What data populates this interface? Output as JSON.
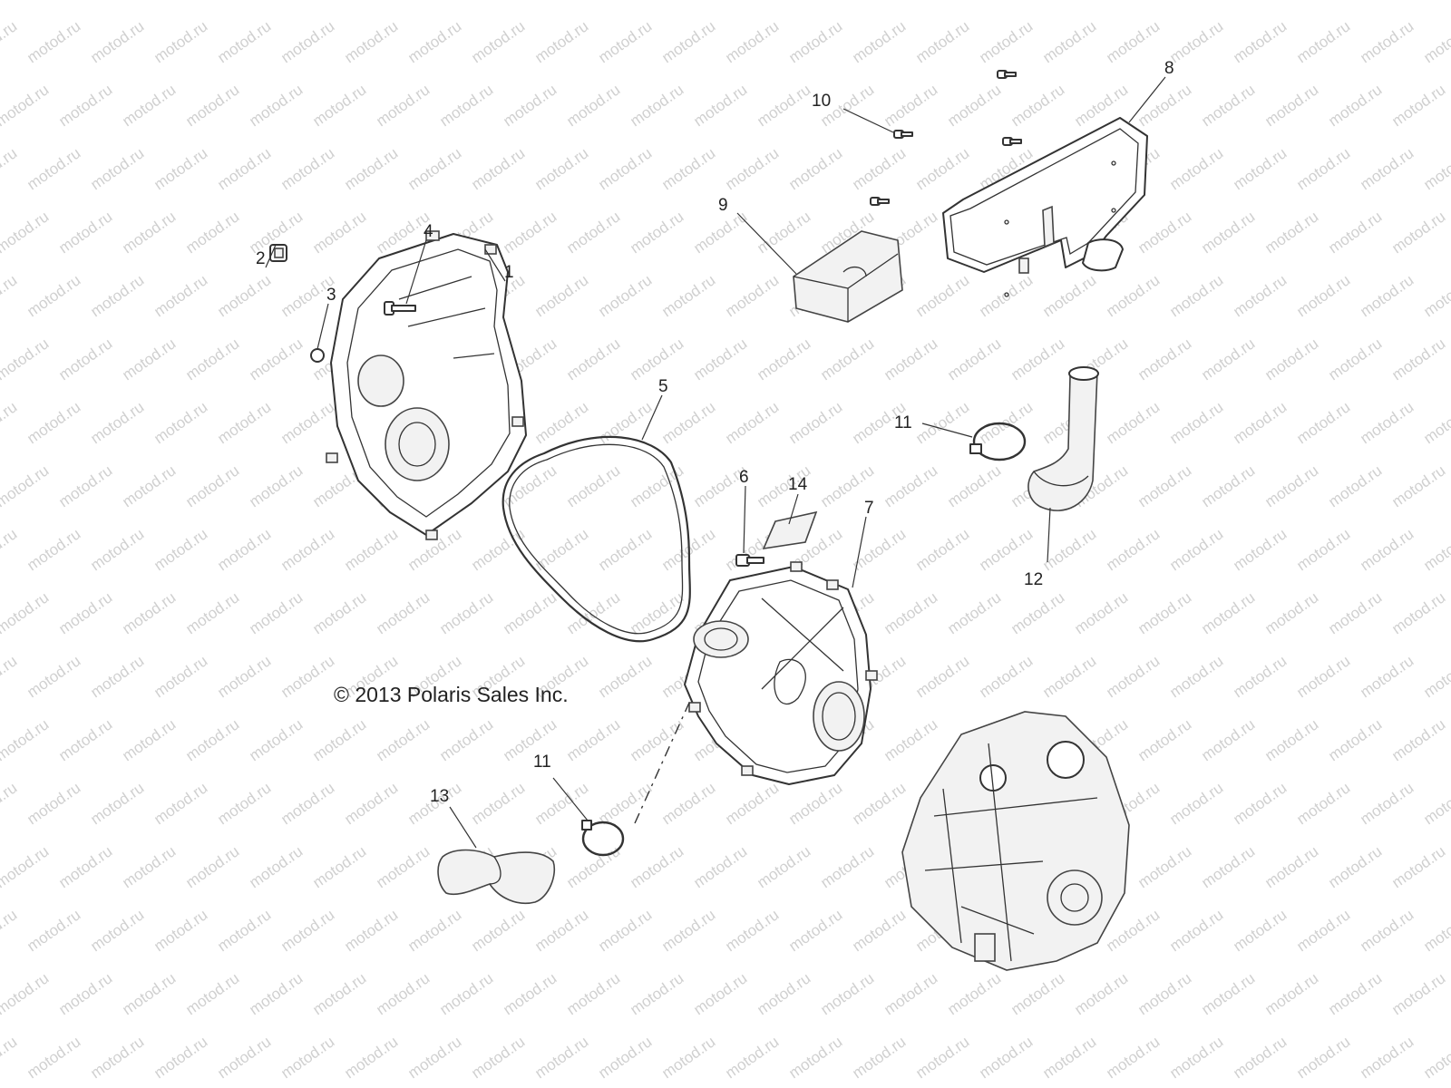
{
  "diagram": {
    "copyright": "© 2013 Polaris Sales Inc.",
    "watermark": "motod.ru",
    "callouts": [
      {
        "label": "1"
      },
      {
        "label": "2"
      },
      {
        "label": "3"
      },
      {
        "label": "4"
      },
      {
        "label": "5"
      },
      {
        "label": "6"
      },
      {
        "label": "7"
      },
      {
        "label": "8"
      },
      {
        "label": "9"
      },
      {
        "label": "10"
      },
      {
        "label": "11"
      },
      {
        "label": "12"
      },
      {
        "label": "11"
      },
      {
        "label": "13"
      },
      {
        "label": "14"
      }
    ]
  }
}
